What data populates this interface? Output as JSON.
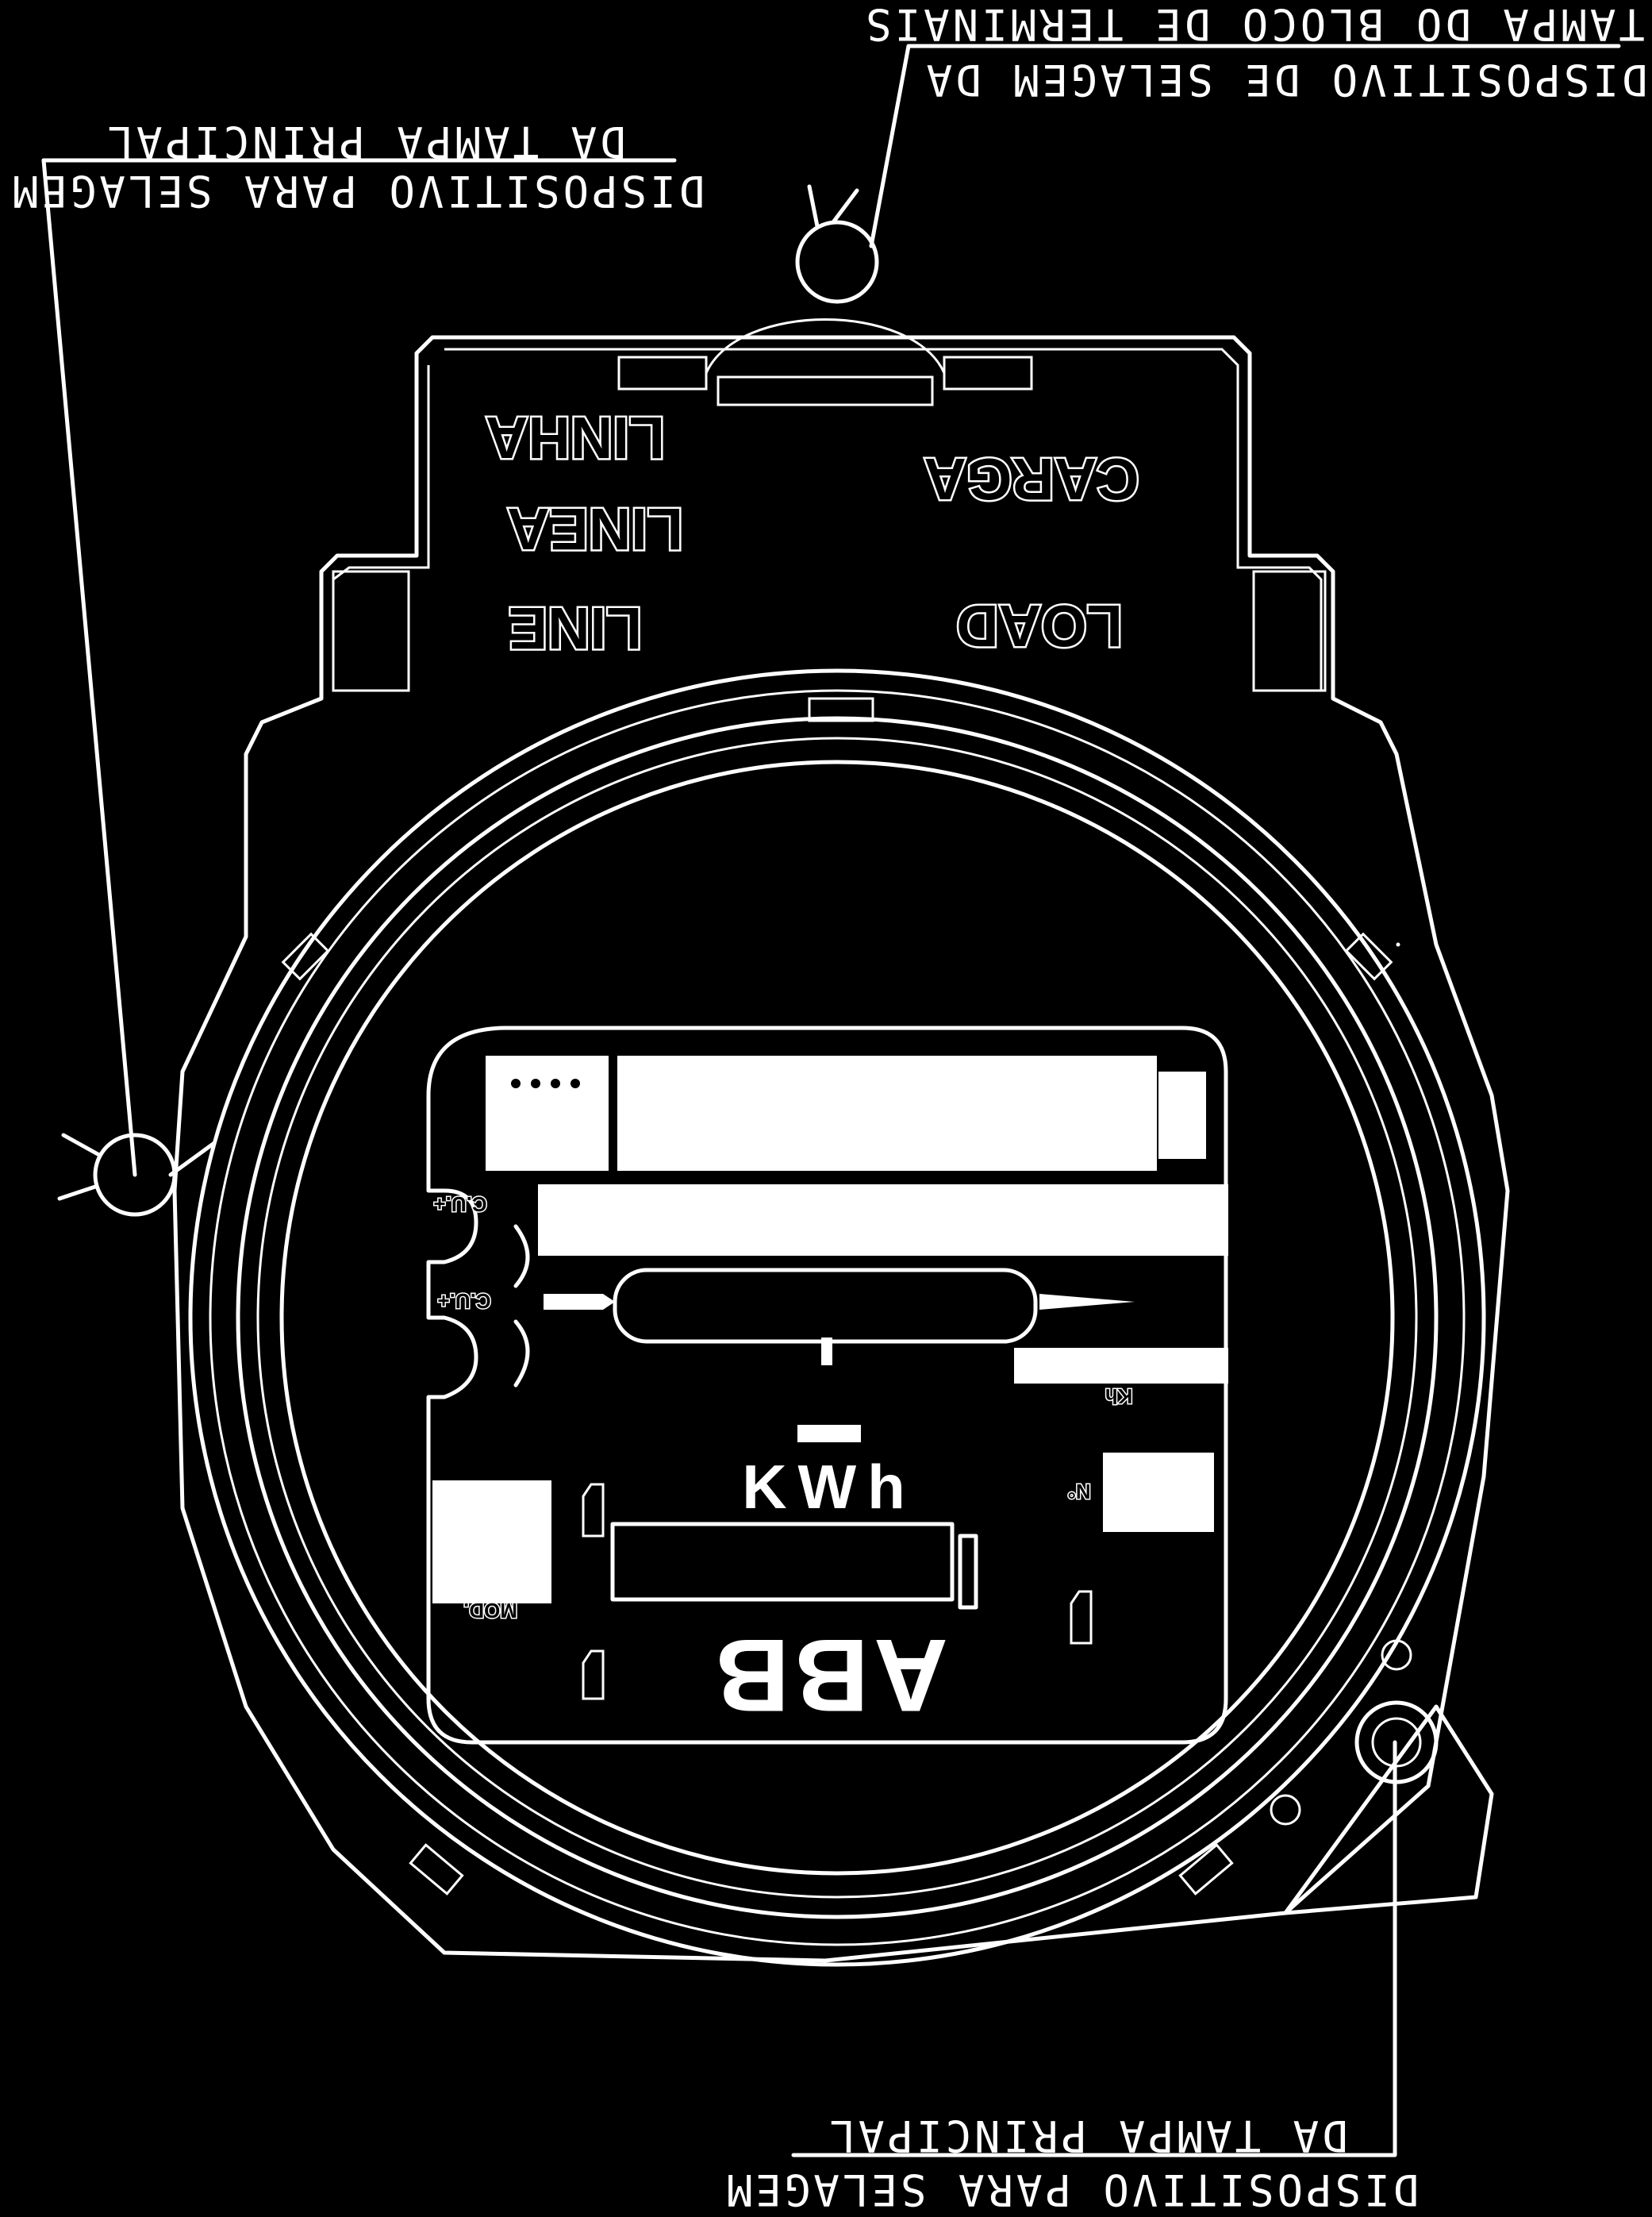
{
  "callouts": {
    "top_right": {
      "line1": "TAMPA DO BLOCO DE TERMINAIS",
      "line2": "DISPOSITIVO DE SELAGEM DA"
    },
    "top_left": {
      "line1": "DA TAMPA PRINCIPAL",
      "line2": "DISPOSITIVO PARA SELAGEM"
    },
    "bottom_right": {
      "line1": "DA TAMPA PRINCIPAL",
      "line2": "DISPOSITIVO PARA SELAGEM"
    }
  },
  "terminal_block": {
    "left_labels": [
      "LINHA",
      "LINEA",
      "LINE"
    ],
    "right_labels": [
      "CARGA",
      "LOAD"
    ]
  },
  "nameplate": {
    "unit": "KWh",
    "brand": "ABB",
    "model_label": "MOD.",
    "number_label": "N°",
    "kh_label": "Kh",
    "test_labels": [
      "C.U.+",
      "C.U.+"
    ]
  }
}
